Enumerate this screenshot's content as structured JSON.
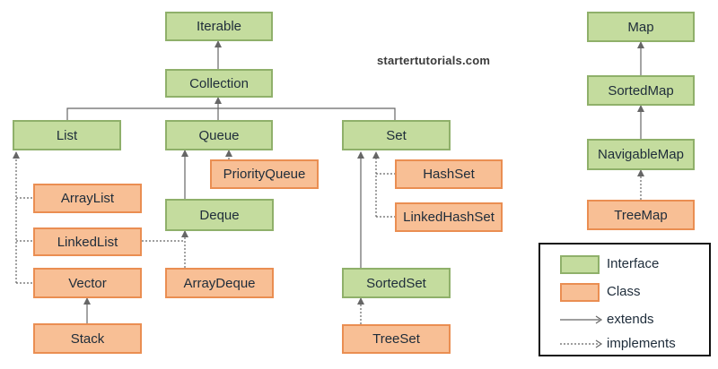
{
  "watermark": "startertutorials.com",
  "colors": {
    "interface_fill": "#c4dc9e",
    "interface_border": "#8fb06a",
    "class_fill": "#f8bf95",
    "class_border": "#ea8e52",
    "line": "#666666"
  },
  "nodes": {
    "iterable": "Iterable",
    "collection": "Collection",
    "list": "List",
    "queue": "Queue",
    "set": "Set",
    "priorityqueue": "PriorityQueue",
    "hashset": "HashSet",
    "arraylist": "ArrayList",
    "deque": "Deque",
    "linkedhashset": "LinkedHashSet",
    "linkedlist": "LinkedList",
    "vector": "Vector",
    "arraydeque": "ArrayDeque",
    "sortedset": "SortedSet",
    "stack": "Stack",
    "treeset": "TreeSet",
    "map": "Map",
    "sortedmap": "SortedMap",
    "navigablemap": "NavigableMap",
    "treemap": "TreeMap"
  },
  "edges": [
    {
      "from": "collection",
      "to": "iterable",
      "kind": "extends"
    },
    {
      "from": "list",
      "to": "collection",
      "kind": "extends"
    },
    {
      "from": "queue",
      "to": "collection",
      "kind": "extends"
    },
    {
      "from": "set",
      "to": "collection",
      "kind": "extends"
    },
    {
      "from": "priorityqueue",
      "to": "queue",
      "kind": "implements"
    },
    {
      "from": "deque",
      "to": "queue",
      "kind": "extends"
    },
    {
      "from": "arraydeque",
      "to": "deque",
      "kind": "implements"
    },
    {
      "from": "linkedlist",
      "to": "deque",
      "kind": "implements"
    },
    {
      "from": "arraylist",
      "to": "list",
      "kind": "implements"
    },
    {
      "from": "linkedlist",
      "to": "list",
      "kind": "implements"
    },
    {
      "from": "vector",
      "to": "list",
      "kind": "implements"
    },
    {
      "from": "stack",
      "to": "vector",
      "kind": "extends"
    },
    {
      "from": "hashset",
      "to": "set",
      "kind": "implements"
    },
    {
      "from": "linkedhashset",
      "to": "set",
      "kind": "implements"
    },
    {
      "from": "sortedset",
      "to": "set",
      "kind": "extends"
    },
    {
      "from": "treeset",
      "to": "sortedset",
      "kind": "implements"
    },
    {
      "from": "sortedmap",
      "to": "map",
      "kind": "extends"
    },
    {
      "from": "navigablemap",
      "to": "sortedmap",
      "kind": "extends"
    },
    {
      "from": "treemap",
      "to": "navigablemap",
      "kind": "implements"
    }
  ],
  "legend": {
    "interface": "Interface",
    "class": "Class",
    "extends": "extends",
    "implements": "implements"
  }
}
